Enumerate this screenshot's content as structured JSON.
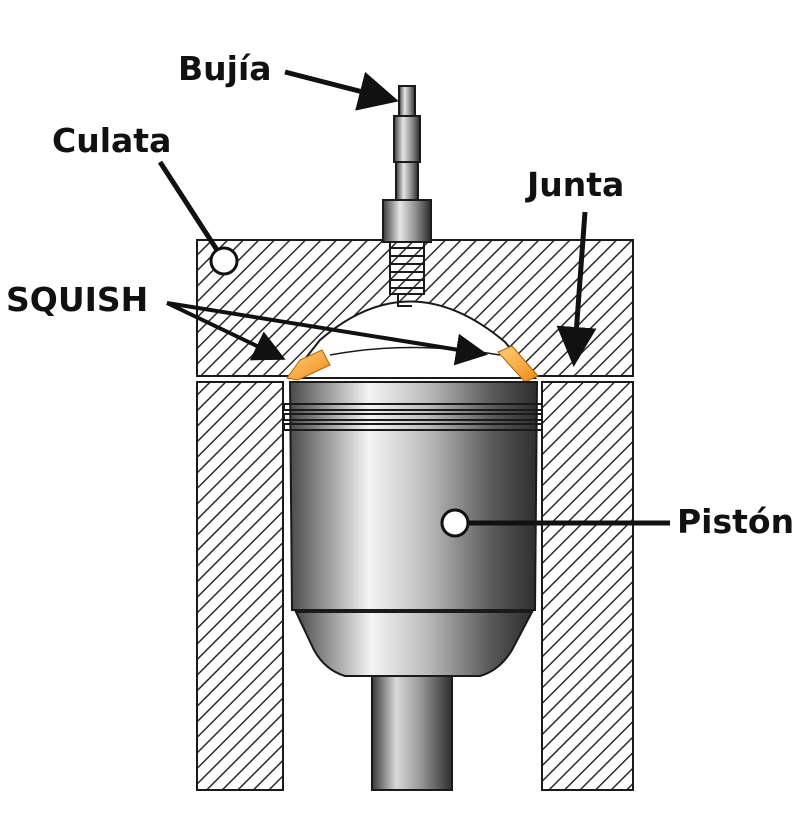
{
  "labels": {
    "bujia": "Bujía",
    "culata": "Culata",
    "junta": "Junta",
    "squish": "SQUISH",
    "piston": "Pistón"
  },
  "colors": {
    "hatch": "#2a2a2a",
    "outline": "#1a1a1a",
    "squish_zone": "#f08a1c",
    "squish_highlight": "#ffd07a",
    "piston_dark": "#3c3c3c",
    "piston_light": "#f4f4f4",
    "marker": "#ffffff"
  }
}
